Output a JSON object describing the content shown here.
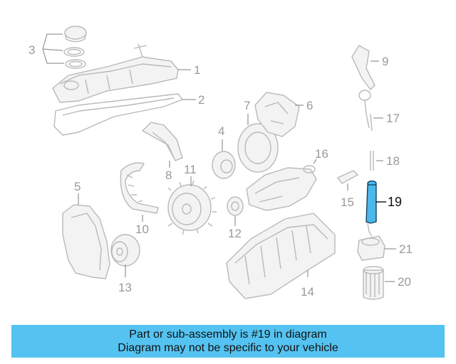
{
  "callouts": [
    "1",
    "2",
    "3",
    "4",
    "5",
    "6",
    "7",
    "8",
    "9",
    "10",
    "11",
    "12",
    "13",
    "14",
    "15",
    "16",
    "17",
    "18",
    "19",
    "20",
    "21"
  ],
  "highlighted_callout": "19",
  "highlight_color": "#4bb7ea",
  "banner": {
    "line1": "Part or sub-assembly is #19 in diagram",
    "line2": "Diagram may not be specific to your vehicle",
    "background": "#55c3f1"
  }
}
